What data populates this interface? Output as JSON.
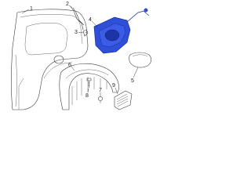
{
  "callouts": {
    "c1": "1",
    "c2": "2",
    "c3": "3",
    "c4": "4",
    "c5": "5",
    "c6": "6",
    "c7": "7",
    "c8": "8",
    "c9": "9"
  },
  "colors": {
    "line": "#3c3c3c",
    "accent_part": "#2f4fd8",
    "accent_part_dark": "#1a2f9a"
  }
}
